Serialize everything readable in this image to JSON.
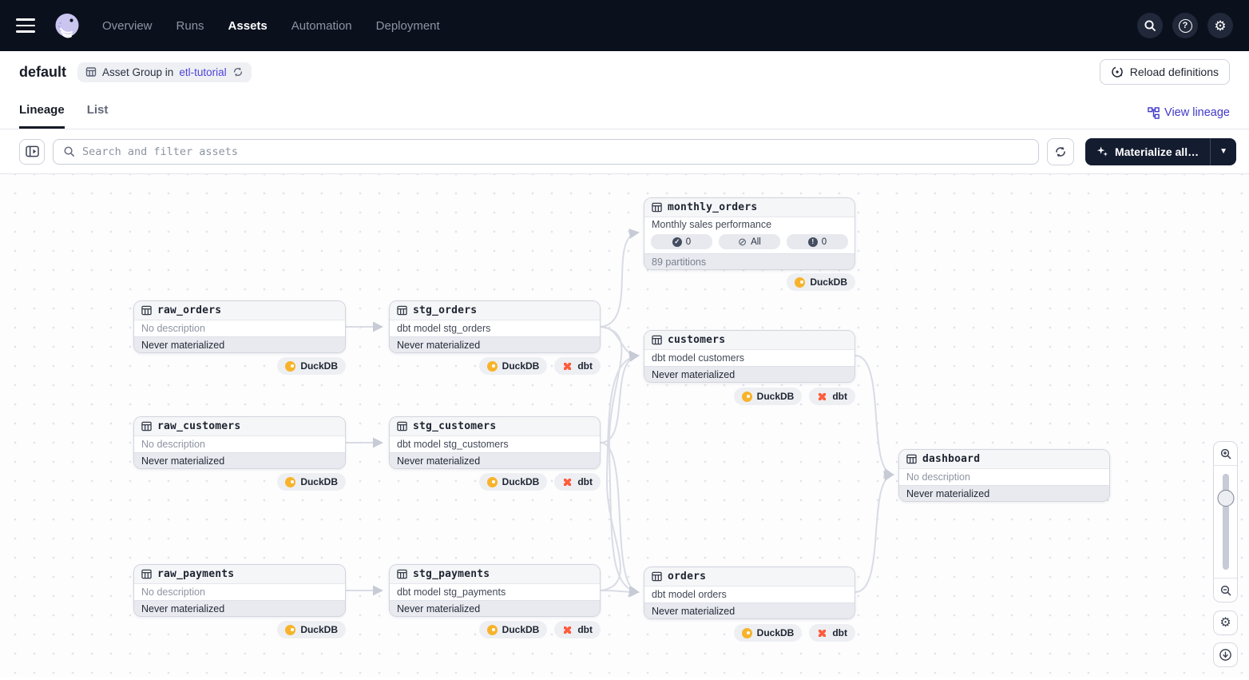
{
  "nav": {
    "items": [
      {
        "label": "Overview"
      },
      {
        "label": "Runs"
      },
      {
        "label": "Assets"
      },
      {
        "label": "Automation"
      },
      {
        "label": "Deployment"
      }
    ],
    "active_item": "Assets"
  },
  "header": {
    "title": "default",
    "group_badge_prefix": "Asset Group in",
    "group_badge_link": "etl-tutorial",
    "reload_button": "Reload definitions"
  },
  "tabs": {
    "lineage": "Lineage",
    "list": "List",
    "view_lineage": "View lineage"
  },
  "toolbar": {
    "search_placeholder": "Search and filter assets",
    "materialize_button": "Materialize all…"
  },
  "badges": {
    "duckdb": "DuckDB",
    "dbt": "dbt"
  },
  "graph": {
    "nodes": [
      {
        "name": "monthly_orders",
        "description": "Monthly sales performance",
        "partitions": {
          "materialized": "0",
          "missing": "All",
          "failed": "0",
          "footer": "89 partitions"
        }
      },
      {
        "name": "raw_orders",
        "description": "No description",
        "status": "Never materialized"
      },
      {
        "name": "stg_orders",
        "description": "dbt model stg_orders",
        "status": "Never materialized"
      },
      {
        "name": "customers",
        "description": "dbt model customers",
        "status": "Never materialized"
      },
      {
        "name": "raw_customers",
        "description": "No description",
        "status": "Never materialized"
      },
      {
        "name": "stg_customers",
        "description": "dbt model stg_customers",
        "status": "Never materialized"
      },
      {
        "name": "dashboard",
        "description": "No description",
        "status": "Never materialized"
      },
      {
        "name": "raw_payments",
        "description": "No description",
        "status": "Never materialized"
      },
      {
        "name": "stg_payments",
        "description": "dbt model stg_payments",
        "status": "Never materialized"
      },
      {
        "name": "orders",
        "description": "dbt model orders",
        "status": "Never materialized"
      }
    ]
  },
  "colors": {
    "nav_bg": "#0b101d",
    "accent_purple": "#4038c8",
    "duckdb_yellow": "#f7b32b",
    "dbt_orange": "#ff5c3c",
    "edge_gray": "#d9dce5"
  }
}
